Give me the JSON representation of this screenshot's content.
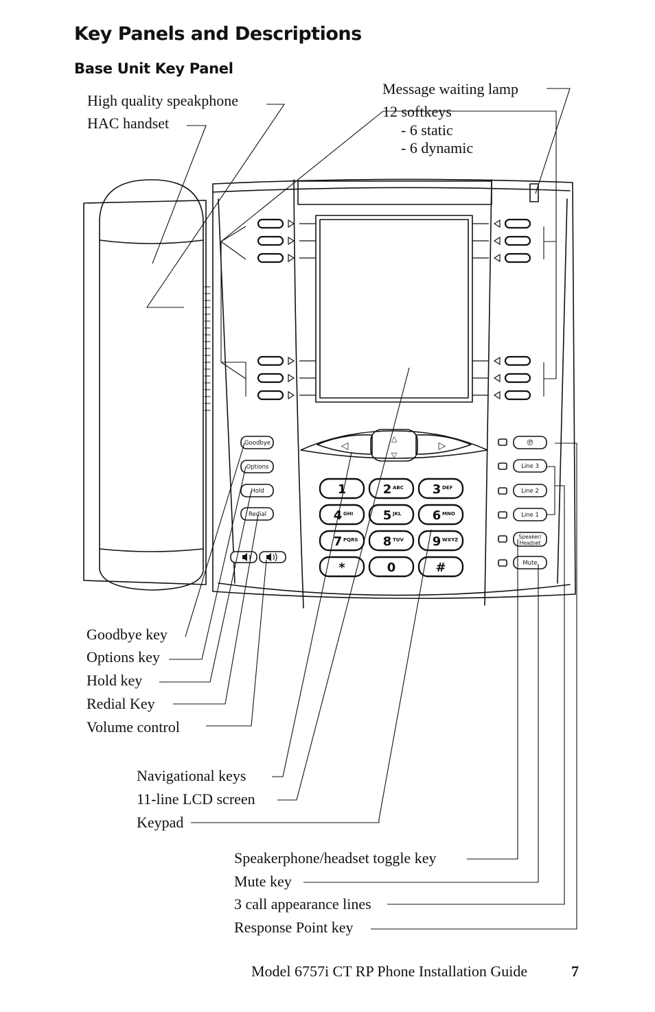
{
  "heading": "Key Panels and Descriptions",
  "subheading": "Base Unit Key Panel",
  "callouts": {
    "message_waiting_lamp": "Message waiting lamp",
    "high_quality_speakphone": "High quality speakphone",
    "hac_handset": "HAC handset",
    "softkeys": "12 softkeys",
    "softkeys_static": "- 6 static",
    "softkeys_dynamic": "- 6 dynamic",
    "goodbye_key": "Goodbye key",
    "options_key": "Options key",
    "hold_key": "Hold key",
    "redial_key": "Redial Key",
    "volume_control": "Volume control",
    "navigational_keys": "Navigational keys",
    "lcd_screen": "11-line LCD screen",
    "keypad": "Keypad",
    "speakerphone_toggle": "Speakerphone/headset toggle key",
    "mute_key": "Mute key",
    "call_appearance_lines": "3 call appearance lines",
    "response_point_key": "Response Point key"
  },
  "phone_keys": {
    "goodbye": "Goodbye",
    "options": "Options",
    "hold": "Hold",
    "redial": "Redial",
    "line3": "Line 3",
    "line2": "Line 2",
    "line1": "Line 1",
    "speaker_line1": "Speaker/",
    "speaker_line2": "Headset",
    "mute": "Mute"
  },
  "keypad": [
    {
      "digit": "1",
      "letters": ""
    },
    {
      "digit": "2",
      "letters": "ABC"
    },
    {
      "digit": "3",
      "letters": "DEF"
    },
    {
      "digit": "4",
      "letters": "GHI"
    },
    {
      "digit": "5",
      "letters": "JKL"
    },
    {
      "digit": "6",
      "letters": "MNO"
    },
    {
      "digit": "7",
      "letters": "PQRS"
    },
    {
      "digit": "8",
      "letters": "TUV"
    },
    {
      "digit": "9",
      "letters": "WXYZ"
    },
    {
      "digit": "*",
      "letters": ""
    },
    {
      "digit": "0",
      "letters": ""
    },
    {
      "digit": "#",
      "letters": ""
    }
  ],
  "icons": {
    "left_arrow": "◁",
    "right_arrow": "▷",
    "up_arrow": "△",
    "down_arrow": "▽",
    "response_point": "℗"
  },
  "footer": "Model 6757i CT RP Phone Installation Guide",
  "page_number": "7"
}
